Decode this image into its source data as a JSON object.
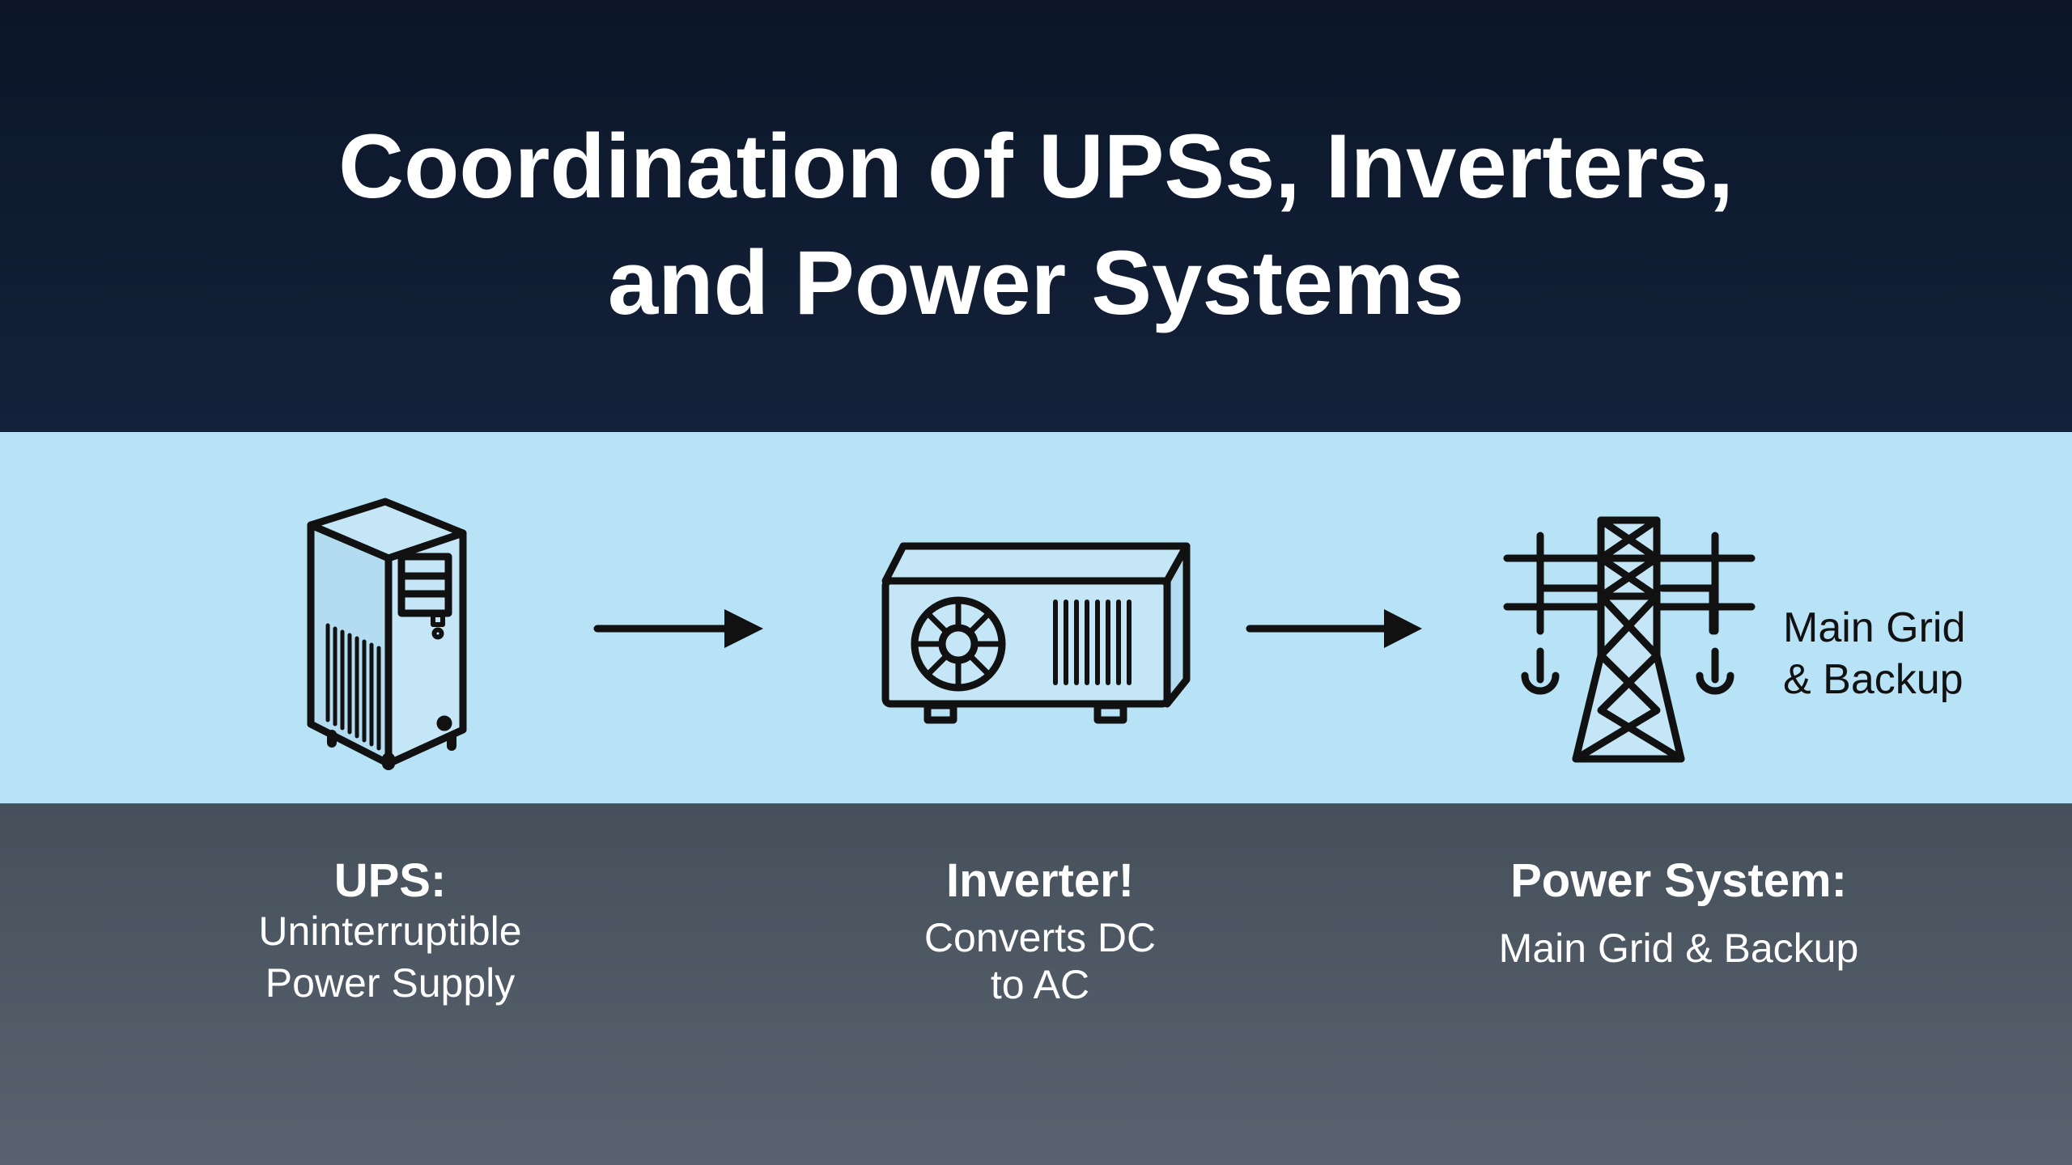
{
  "title": {
    "line1": "Coordination of UPSs, Inverters,",
    "line2": "and Power Systems"
  },
  "diagram": {
    "icons": [
      "ups-cabinet-icon",
      "arrow-right-icon",
      "inverter-unit-icon",
      "arrow-right-icon",
      "power-tower-icon"
    ],
    "side_label": {
      "line1": "Main Grid",
      "line2": "& Backup"
    }
  },
  "labels": [
    {
      "heading": "UPS:",
      "line1": "Uninterruptible",
      "line2": "Power Supply"
    },
    {
      "heading": "Inverter!",
      "line1": "Converts DC",
      "line2": "to AC"
    },
    {
      "heading": "Power System:",
      "line1": "Main Grid & Backup"
    }
  ],
  "colors": {
    "top": "#0f1a2e",
    "middle": "#b8e2f6",
    "bottom": "#4f5965",
    "ink": "#111111"
  }
}
